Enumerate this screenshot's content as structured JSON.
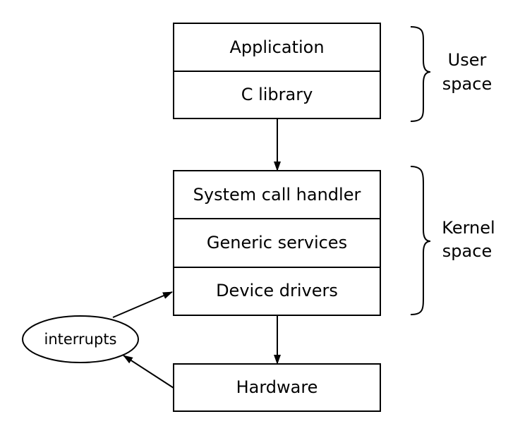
{
  "user_stack": {
    "layers": [
      {
        "label": "Application"
      },
      {
        "label": "C library"
      }
    ]
  },
  "kernel_stack": {
    "layers": [
      {
        "label": "System call handler"
      },
      {
        "label": "Generic services"
      },
      {
        "label": "Device drivers"
      }
    ]
  },
  "hardware": {
    "label": "Hardware"
  },
  "interrupts": {
    "label": "interrupts"
  },
  "regions": {
    "user": {
      "line1": "User",
      "line2": "space"
    },
    "kernel": {
      "line1": "Kernel",
      "line2": "space"
    }
  }
}
